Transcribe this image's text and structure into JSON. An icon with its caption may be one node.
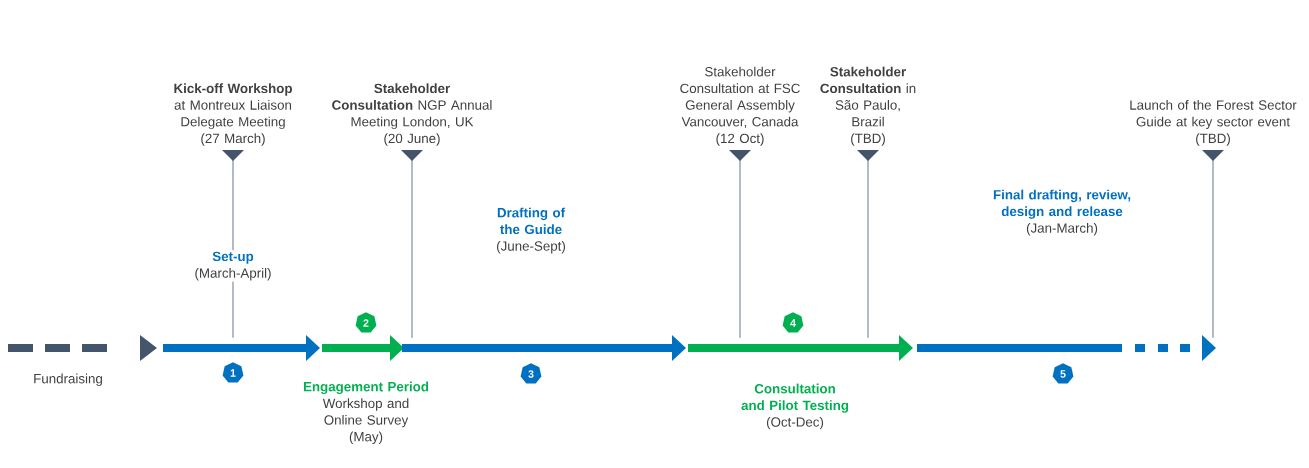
{
  "diagram": {
    "nodes": [
      {
        "text": [
          "**Kick-off Workshop** at Montreux Liaison Delegate Meeting",
          "(27 March)"
        ]
      },
      {
        "text": [
          "**Stakeholder Consultation** NGP Annual Meeting London, UK",
          "(20 June)"
        ]
      },
      {
        "text": [
          "Stakeholder Consultation at FSC General Assembly Vancouver, Canada",
          "(12 Oct)"
        ]
      },
      {
        "text": [
          "**Stakeholder Consultation** in São Paulo, Brazil",
          "(TBD)"
        ]
      },
      {
        "text": [
          "Launch of the Forest Sector Guide at key sector event",
          "(TBD)"
        ]
      },
      {
        "text": [],
        "shape": "bar",
        "beside": [
          "Fundraising"
        ]
      },
      {
        "text": [],
        "shape": "bar",
        "beside": [
          "Set-up",
          "(March-April)"
        ]
      },
      {
        "text": [],
        "shape": "bar",
        "beside": [
          "Engagement Period",
          "Workshop and Online Survey",
          "(May)"
        ]
      },
      {
        "text": [],
        "shape": "bar",
        "beside": [
          "Drafting of the Guide",
          "(June-Sept)"
        ]
      },
      {
        "text": [],
        "shape": "bar",
        "beside": [
          "Consultation and Pilot Testing",
          "(Oct-Dec)"
        ]
      },
      {
        "text": [],
        "shape": "bar",
        "beside": [
          "Final drafting, review, design and release",
          "(Jan-March)"
        ]
      },
      {
        "text": [
          "1"
        ]
      },
      {
        "text": [
          "2"
        ]
      },
      {
        "text": [
          "3"
        ]
      },
      {
        "text": [
          "4"
        ]
      },
      {
        "text": [
          "5"
        ]
      }
    ],
    "edges": [
      {
        "from": 0,
        "to": 6,
        "arrow": "to"
      },
      {
        "from": 1,
        "to": 8,
        "arrow": "to"
      },
      {
        "from": 2,
        "to": 9,
        "arrow": "to"
      },
      {
        "from": 3,
        "to": 9,
        "arrow": "to"
      },
      {
        "from": 4,
        "to": 10,
        "arrow": "to"
      }
    ]
  }
}
